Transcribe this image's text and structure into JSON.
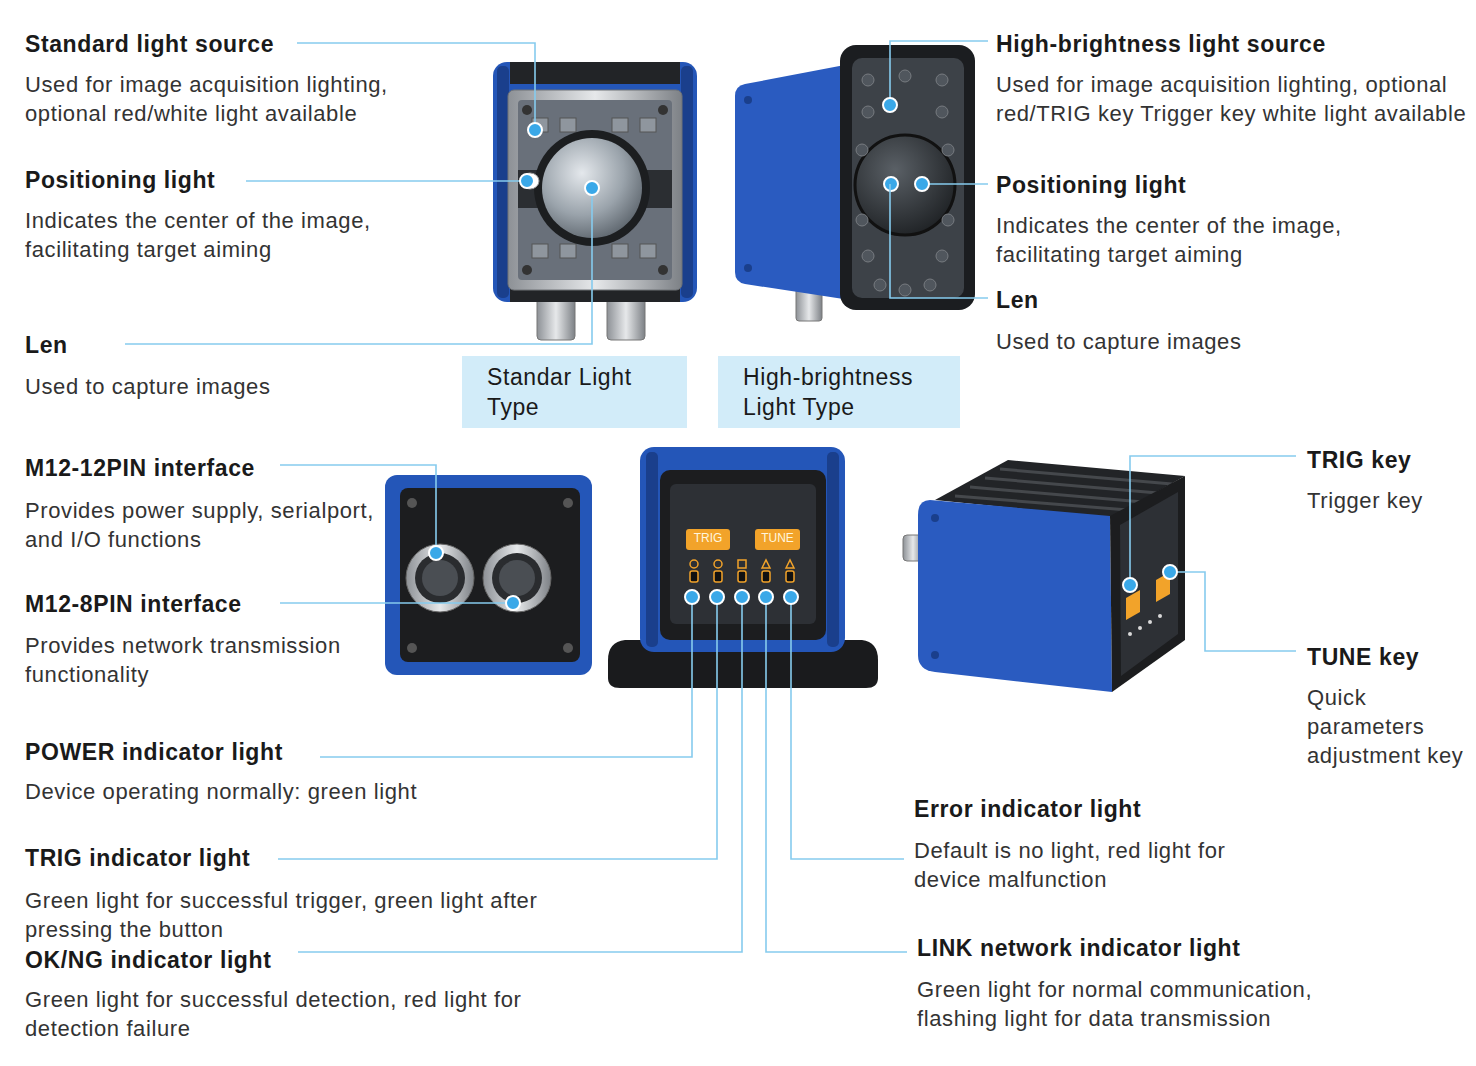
{
  "diagram": {
    "nodes": [
      {
        "text": [
          "Standar Light Type"
        ]
      },
      {
        "text": [
          "High-brightness Light Type"
        ]
      },
      {
        "text": [
          "TRIG"
        ]
      },
      {
        "text": [
          "TUNE"
        ]
      }
    ],
    "labels": [
      "Standard light source",
      "Used for image acquisition lighting, optional red/white light available",
      "Positioning light",
      "Indicates the center of the image, facilitating target aiming",
      "Len",
      "Used to capture images",
      "High-brightness light source",
      "Used for image acquisition lighting, optional red/TRIG key Trigger key white light available",
      "Positioning light",
      "Indicates the center of the image, facilitating target aiming",
      "Len",
      "Used to capture images",
      "M12-12PIN interface",
      "Provides power supply, serialport, and I/O functions",
      "M12-8PIN interface",
      "Provides network transmission functionality",
      "TRIG key",
      "Trigger key",
      "TUNE key",
      "Quick parameters adjustment key",
      "POWER indicator light",
      "Device operating normally: green light",
      "Error indicator light",
      "Default is no light, red light for device malfunction",
      "TRIG indicator light",
      "Green light for successful trigger, green light after pressing the button",
      "OK/NG indicator light",
      "Green light for successful detection, red light for detection failure",
      "LINK network indicator light",
      "Green light for normal communication, flashing light for data transmission"
    ]
  }
}
